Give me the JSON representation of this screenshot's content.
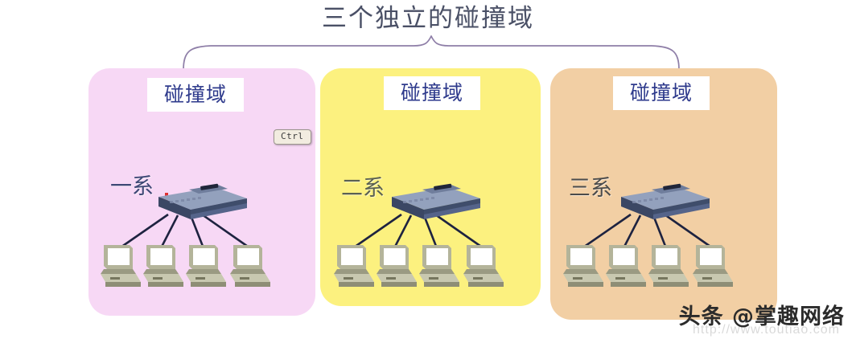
{
  "title": "三个独立的碰撞域",
  "brace": {
    "name": "curly-brace-connector",
    "color": "#8f7fa8"
  },
  "panels": [
    {
      "id": "panel-1",
      "domain_label": "碰撞域",
      "group_name": "一系",
      "color": "#f7d8f5",
      "label_text_color": "#2e3a8c",
      "group_text_color": "#3d4775",
      "computer_count": 4
    },
    {
      "id": "panel-2",
      "domain_label": "碰撞域",
      "group_name": "二系",
      "color": "#fcf17f",
      "label_text_color": "#2e3a8c",
      "group_text_color": "#5a6052",
      "computer_count": 4
    },
    {
      "id": "panel-3",
      "domain_label": "碰撞域",
      "group_name": "三系",
      "color": "#f2cfa4",
      "label_text_color": "#2e3a8c",
      "group_text_color": "#4b4b4b",
      "computer_count": 4
    }
  ],
  "tooltip": {
    "label": "Ctrl",
    "background": "#f2ece0",
    "border": "#9a948c"
  },
  "cursor_marker": {
    "name": "red-crosshair-marker",
    "color": "#e03030"
  },
  "device": {
    "switch_icon_name": "network-switch-icon",
    "computer_icon_name": "desktop-computer-icon",
    "switch_top_color": "#8c9ab8",
    "switch_front_color": "#2e3a52",
    "link_color": "#1e2340",
    "computer_body_color": "#b4b49a",
    "computer_screen_color": "#ffffff"
  },
  "watermark": {
    "text": "头条 @掌趣网络",
    "url": "http://www.toutiao.com"
  }
}
